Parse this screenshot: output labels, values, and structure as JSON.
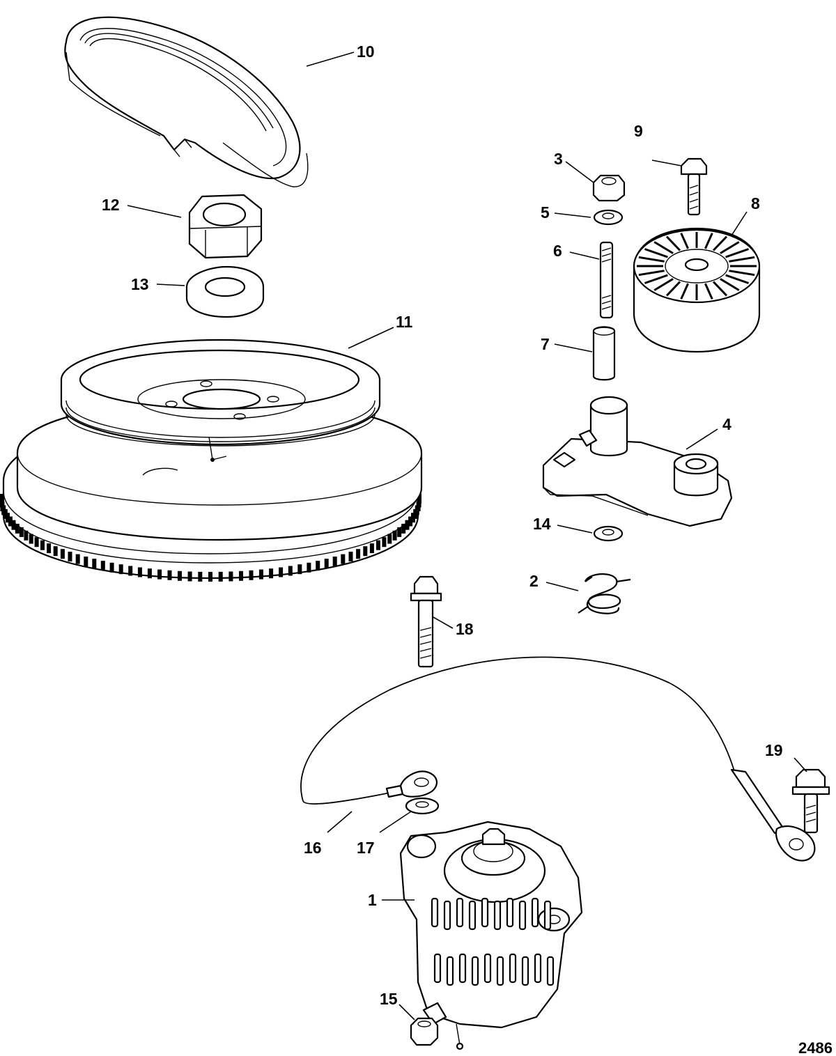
{
  "figure_id": "2486",
  "callouts": [
    {
      "id": "1",
      "label": "1"
    },
    {
      "id": "2",
      "label": "2"
    },
    {
      "id": "3",
      "label": "3"
    },
    {
      "id": "4",
      "label": "4"
    },
    {
      "id": "5",
      "label": "5"
    },
    {
      "id": "6",
      "label": "6"
    },
    {
      "id": "7",
      "label": "7"
    },
    {
      "id": "8",
      "label": "8"
    },
    {
      "id": "9",
      "label": "9"
    },
    {
      "id": "10",
      "label": "10"
    },
    {
      "id": "11",
      "label": "11"
    },
    {
      "id": "12",
      "label": "12"
    },
    {
      "id": "13",
      "label": "13"
    },
    {
      "id": "14",
      "label": "14"
    },
    {
      "id": "15",
      "label": "15"
    },
    {
      "id": "16",
      "label": "16"
    },
    {
      "id": "17",
      "label": "17"
    },
    {
      "id": "18",
      "label": "18"
    },
    {
      "id": "19",
      "label": "19"
    }
  ]
}
